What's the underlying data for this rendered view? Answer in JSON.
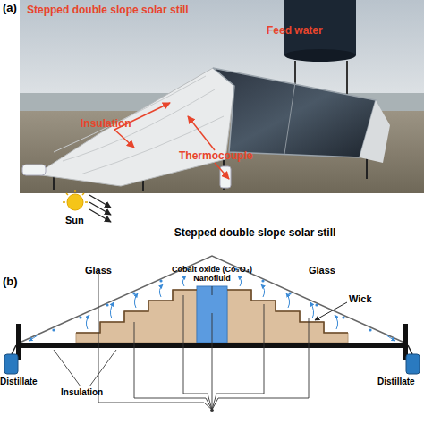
{
  "diagram": {
    "labels": [
      "(a)",
      "Stepped double slope solar still",
      "Feed water",
      "Insulation",
      "Thermocouple",
      "Sun",
      "Stepped double slope solar still",
      "(b)",
      "Glass",
      "Cobalt oxide (Co₃O₄) Nanofluid",
      "Glass",
      "Wick",
      "Distillate",
      "Insulation",
      "Distillate"
    ]
  }
}
